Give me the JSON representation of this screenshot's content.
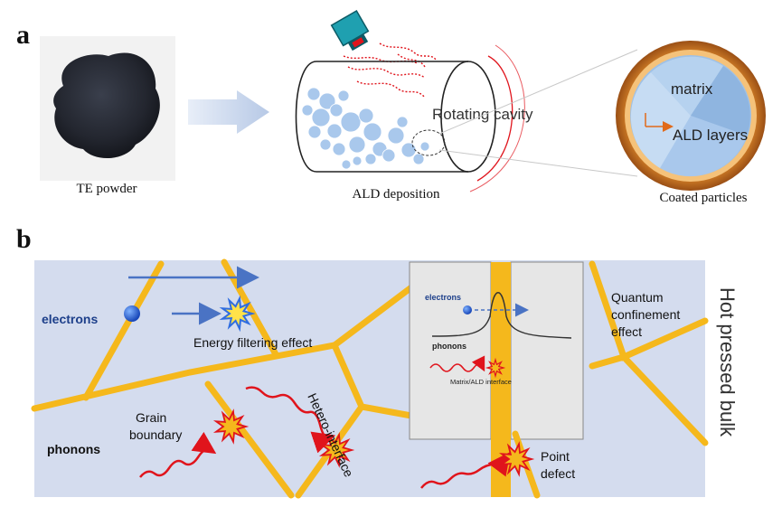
{
  "panel_a": {
    "label": "a",
    "powder_caption": "TE powder",
    "ald_caption": "ALD deposition",
    "cavity_label": "Rotating cavity",
    "particle_caption": "Coated particles",
    "matrix_label": "matrix",
    "ald_layers_label": "ALD layers"
  },
  "panel_b": {
    "label": "b",
    "electrons_label": "electrons",
    "energy_filtering_label": "Energy filtering effect",
    "phonons_label": "phonons",
    "grain_label_1": "Grain",
    "grain_label_2": "boundary",
    "hetero_label": "Hetero-interface",
    "inset_electrons": "electrons",
    "inset_phonons": "phonons",
    "inset_interface": "Matrix/ALD interface",
    "quantum_1": "Quantum",
    "quantum_2": "confinement",
    "quantum_3": "effect",
    "point_1": "Point",
    "point_2": "defect",
    "side_label": "Hot pressed bulk"
  },
  "colors": {
    "boundary": "#f5b81c",
    "background_b": "#d4dcee",
    "electron_arrow": "#4a73c4",
    "phonon": "#e0141c",
    "particle": "#a9c8ec",
    "shell_outer": "#c7702a",
    "shell_inner": "#f5c27a",
    "core": "#9fc1e6"
  }
}
